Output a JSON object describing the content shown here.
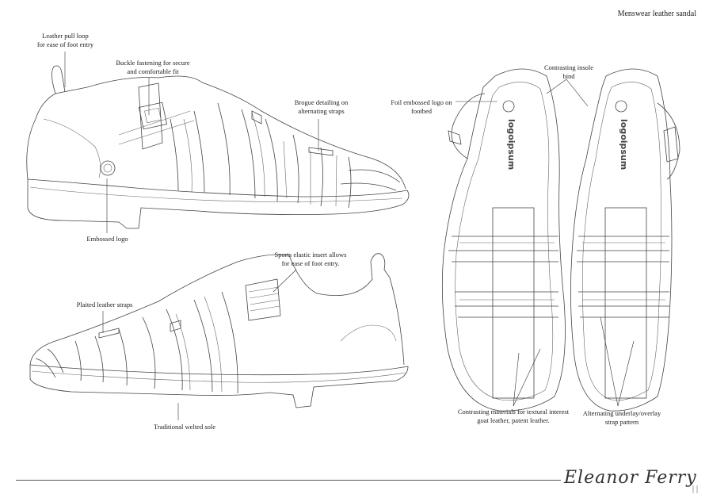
{
  "header": {
    "title": "Menswear leather sandal"
  },
  "annotations": {
    "pull_loop": "Leather pull loop\nfor ease of foot entry",
    "buckle": "Buckle fastening for secure\nand comfortable fit",
    "brogue": "Brogue detailing on\nalternating straps",
    "embossed_logo": "Embossed logo",
    "elastic": "Sports elastic insert allows\nfor ease of foot entry.",
    "plaited": "Plaited leather straps",
    "welted": "Traditional welted sole",
    "insole_bind": "Contrasting insole\nbind",
    "foil_logo": "Foil embossed logo on\nfootbed",
    "materials": "Contrasting materials for textural interest\ngoat leather, patent leather.",
    "alternating": "Alternating underlay/overlay\nstrap pattern"
  },
  "footbed": {
    "logo_text": "logoipsum"
  },
  "signature": {
    "name": "Eleanor Ferry"
  },
  "colors": {
    "line": "#444444",
    "background": "#ffffff"
  }
}
